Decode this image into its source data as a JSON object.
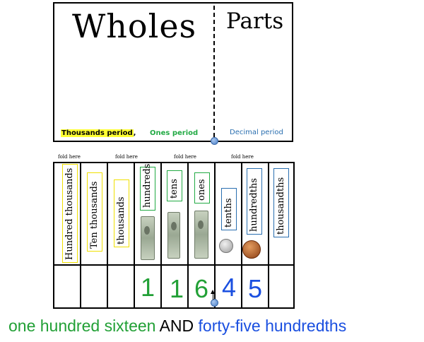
{
  "headers": {
    "wholes": "Wholes",
    "parts": "Parts"
  },
  "periods": {
    "thousands": "Thousands period",
    "thousands_comma": ",",
    "ones": "Ones period",
    "decimal": "Decimal period"
  },
  "fold_labels": [
    "fold here",
    "fold here",
    "fold here",
    "fold here"
  ],
  "place_values": [
    "Hundred thousands",
    "Ten thousands",
    "thousands",
    "hundreds",
    "tens",
    "ones",
    "tenths",
    "hundredths",
    "thousandths"
  ],
  "digits": [
    "1",
    "1",
    "6",
    "4",
    "5"
  ],
  "caption": {
    "whole_words": "one hundred sixteen",
    "and_a": "A",
    "and_nd": "ND",
    "decimal_words": "forty-five hundredths"
  },
  "colors": {
    "thousands_highlight": "#ffff33",
    "ones_green": "#22a036",
    "decimal_blue": "#1a4fe0",
    "thousands_box": "#f0e000"
  },
  "icons": [
    "hundred-dollar-bill",
    "ten-dollar-bill",
    "one-dollar-bill",
    "dime-coin",
    "penny-coin"
  ]
}
